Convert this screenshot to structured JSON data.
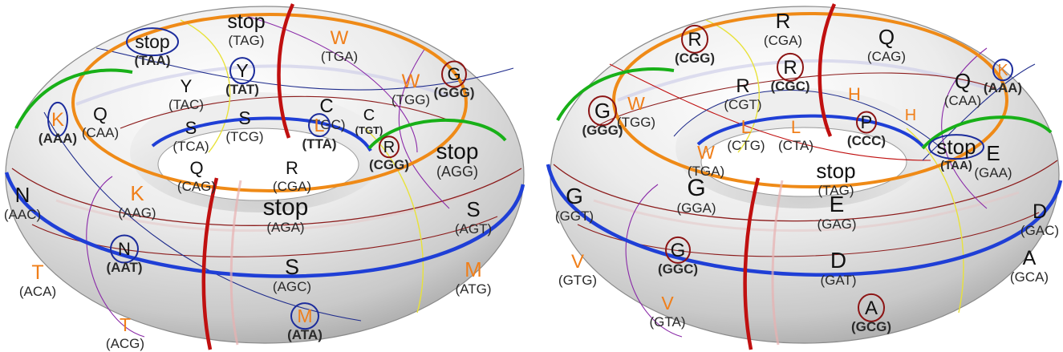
{
  "colors": {
    "aa_dark": "#111111",
    "aa_orange": "#f07f1a",
    "codon": "#2a2a2a",
    "orange_ring": "#ef8a17",
    "blue_ring": "#1f3fd6",
    "red_ring": "#c01010",
    "green_ring": "#18b018",
    "yellow_line": "#e8e23a",
    "purple_line": "#8a2aa8",
    "maroon_line": "#8c1c1c",
    "navy_line": "#1f2c8c",
    "circle_red": "#8c1414",
    "circle_blue": "#1c2c9c"
  },
  "left": {
    "labels": [
      {
        "aa": "stop",
        "codon": "(TAG)",
        "color": "dark"
      },
      {
        "aa": "stop",
        "codon": "(TAA)",
        "color": "dark",
        "circle": "blue",
        "bold": true
      },
      {
        "aa": "W",
        "codon": "(TGA)",
        "color": "orange"
      },
      {
        "aa": "Y",
        "codon": "(TAT)",
        "color": "dark",
        "circle": "blue",
        "bold": true
      },
      {
        "aa": "Y",
        "codon": "(TAC)",
        "color": "dark"
      },
      {
        "aa": "C",
        "codon": "(TGC)",
        "color": "dark"
      },
      {
        "aa": "W",
        "codon": "(TGG)",
        "color": "orange"
      },
      {
        "aa": "G",
        "codon": "(GGG)",
        "color": "dark",
        "circle": "red",
        "bold": true
      },
      {
        "aa": "K",
        "codon": "(AAA)",
        "color": "orange",
        "circle": "blue",
        "bold": true
      },
      {
        "aa": "Q",
        "codon": "(CAA)",
        "color": "dark"
      },
      {
        "aa": "S",
        "codon": "(TCG)",
        "color": "dark"
      },
      {
        "aa": "S",
        "codon": "(TCA)",
        "color": "dark"
      },
      {
        "aa": "L",
        "codon": "(TTA)",
        "color": "orange",
        "circle": "blue",
        "bold": true
      },
      {
        "aa": "C",
        "codon": "(TGT)",
        "color": "dark",
        "boldcodon": true
      },
      {
        "aa": "R",
        "codon": "(CGG)",
        "color": "dark",
        "circle": "red",
        "bold": true
      },
      {
        "aa": "stop",
        "codon": "(AGG)",
        "color": "dark"
      },
      {
        "aa": "Q",
        "codon": "(CAG)",
        "color": "dark"
      },
      {
        "aa": "R",
        "codon": "(CGA)",
        "color": "dark"
      },
      {
        "aa": "N",
        "codon": "(AAC)",
        "color": "dark"
      },
      {
        "aa": "K",
        "codon": "(AAG)",
        "color": "orange"
      },
      {
        "aa": "stop",
        "codon": "(AGA)",
        "color": "dark"
      },
      {
        "aa": "S",
        "codon": "(AGT)",
        "color": "dark"
      },
      {
        "aa": "N",
        "codon": "(AAT)",
        "color": "dark",
        "circle": "blue",
        "bold": true
      },
      {
        "aa": "S",
        "codon": "(AGC)",
        "color": "dark"
      },
      {
        "aa": "T",
        "codon": "(ACA)",
        "color": "orange"
      },
      {
        "aa": "M",
        "codon": "(ATG)",
        "color": "orange"
      },
      {
        "aa": "T",
        "codon": "(ACG)",
        "color": "orange"
      },
      {
        "aa": "M",
        "codon": "(ATA)",
        "color": "orange",
        "circle": "blue",
        "bold": true
      }
    ]
  },
  "right": {
    "labels": [
      {
        "aa": "R",
        "codon": "(CGA)",
        "color": "dark"
      },
      {
        "aa": "R",
        "codon": "(CGG)",
        "color": "dark",
        "circle": "red",
        "bold": true
      },
      {
        "aa": "Q",
        "codon": "(CAG)",
        "color": "dark"
      },
      {
        "aa": "R",
        "codon": "(CGC)",
        "color": "dark",
        "circle": "red",
        "bold": true
      },
      {
        "aa": "R",
        "codon": "(CGT)",
        "color": "dark"
      },
      {
        "aa": "H",
        "codon": "",
        "color": "orange"
      },
      {
        "aa": "Q",
        "codon": "(CAA)",
        "color": "dark"
      },
      {
        "aa": "K",
        "codon": "(AAA)",
        "color": "orange",
        "circle": "blue",
        "bold": true
      },
      {
        "aa": "G",
        "codon": "(GGG)",
        "color": "dark",
        "circle": "red",
        "bold": true
      },
      {
        "aa": "W",
        "codon": "(TGG)",
        "color": "orange"
      },
      {
        "aa": "H",
        "codon": "",
        "color": "orange"
      },
      {
        "aa": "L",
        "codon": "(CTG)",
        "color": "orange"
      },
      {
        "aa": "L",
        "codon": "(CTA)",
        "color": "orange"
      },
      {
        "aa": "P",
        "codon": "(CCC)",
        "color": "dark",
        "circle": "red",
        "bold": true
      },
      {
        "aa": "stop",
        "codon": "(TAA)",
        "color": "dark",
        "circle": "blue",
        "bold": true
      },
      {
        "aa": "W",
        "codon": "(TGA)",
        "color": "orange"
      },
      {
        "aa": "stop",
        "codon": "(TAG)",
        "color": "dark"
      },
      {
        "aa": "E",
        "codon": "(GAA)",
        "color": "dark"
      },
      {
        "aa": "G",
        "codon": "(GGT)",
        "color": "dark"
      },
      {
        "aa": "G",
        "codon": "(GGA)",
        "color": "dark"
      },
      {
        "aa": "E",
        "codon": "(GAG)",
        "color": "dark"
      },
      {
        "aa": "D",
        "codon": "(GAC)",
        "color": "dark"
      },
      {
        "aa": "V",
        "codon": "(GTG)",
        "color": "orange"
      },
      {
        "aa": "G",
        "codon": "(GGC)",
        "color": "dark",
        "circle": "red",
        "bold": true
      },
      {
        "aa": "D",
        "codon": "(GAT)",
        "color": "dark"
      },
      {
        "aa": "A",
        "codon": "(GCA)",
        "color": "dark"
      },
      {
        "aa": "V",
        "codon": "(GTA)",
        "color": "orange"
      },
      {
        "aa": "A",
        "codon": "(GCG)",
        "color": "dark",
        "circle": "red",
        "bold": true
      }
    ]
  }
}
